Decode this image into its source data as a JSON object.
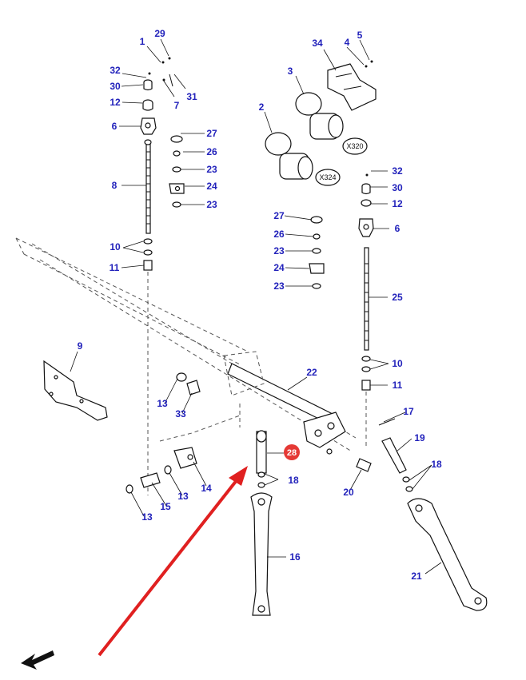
{
  "diagram": {
    "highlight": {
      "label": "28",
      "color": "#e53935"
    },
    "pointer_arrow_color": "#e02020",
    "callouts": [
      "1",
      "29",
      "32",
      "30",
      "7",
      "31",
      "12",
      "6",
      "27",
      "26",
      "23",
      "24",
      "23",
      "8",
      "10",
      "11",
      "34",
      "4",
      "5",
      "3",
      "2",
      "32",
      "30",
      "12",
      "6",
      "27",
      "26",
      "23",
      "24",
      "23",
      "25",
      "10",
      "11",
      "9",
      "22",
      "13",
      "33",
      "17",
      "19",
      "18",
      "14",
      "15",
      "13",
      "13",
      "18",
      "20",
      "16",
      "21"
    ],
    "codes": [
      "X320",
      "X324"
    ]
  }
}
